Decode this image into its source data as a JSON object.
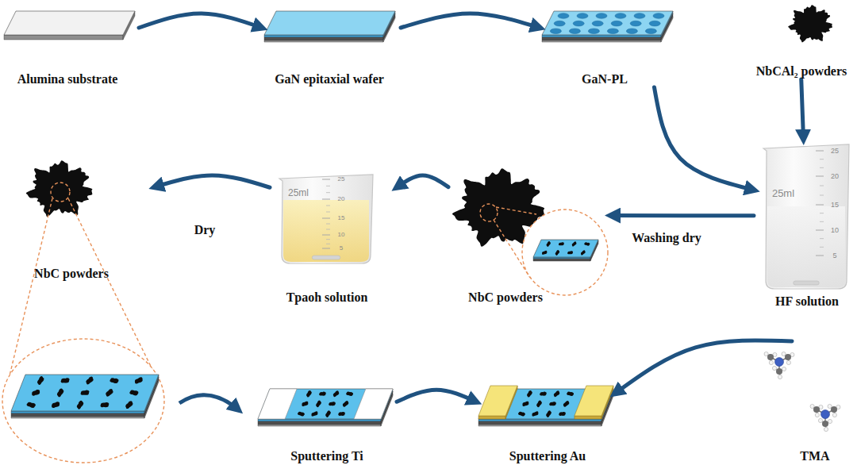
{
  "diagram": {
    "nodes": [
      {
        "text": [
          "Alumina substrate"
        ]
      },
      {
        "text": [
          "GaN epitaxial wafer"
        ]
      },
      {
        "text": [
          "GaN-PL"
        ]
      },
      {
        "text": [
          "NbCAl₂ powders"
        ]
      },
      {
        "text": [
          "HF solution"
        ]
      },
      {
        "text": [
          "NbC powders"
        ]
      },
      {
        "text": [
          "Tpaoh solution"
        ]
      },
      {
        "text": [
          "NbC powders"
        ]
      },
      {
        "text": [
          "Sputtering Ti"
        ]
      },
      {
        "text": [
          "Sputtering Au"
        ]
      },
      {
        "text": [
          "TMA"
        ]
      }
    ],
    "edges": [
      {
        "from": 0,
        "to": 1,
        "arrow": "to"
      },
      {
        "from": 1,
        "to": 2,
        "arrow": "to"
      },
      {
        "from": 2,
        "to": 4,
        "arrow": "to"
      },
      {
        "from": 3,
        "to": 4,
        "arrow": "to"
      },
      {
        "from": 4,
        "to": 5,
        "arrow": "to",
        "label": "Washing dry"
      },
      {
        "from": 5,
        "to": 6,
        "arrow": "to"
      },
      {
        "from": 6,
        "to": 7,
        "arrow": "to",
        "label": "Dry"
      },
      {
        "from": 8,
        "to": 9,
        "arrow": "to"
      },
      {
        "from": 10,
        "to": 9,
        "arrow": "to"
      }
    ],
    "labels": [
      "25ml",
      "25",
      "20",
      "15",
      "10",
      "5",
      "25ml",
      "25",
      "20",
      "15",
      "10",
      "5"
    ]
  }
}
